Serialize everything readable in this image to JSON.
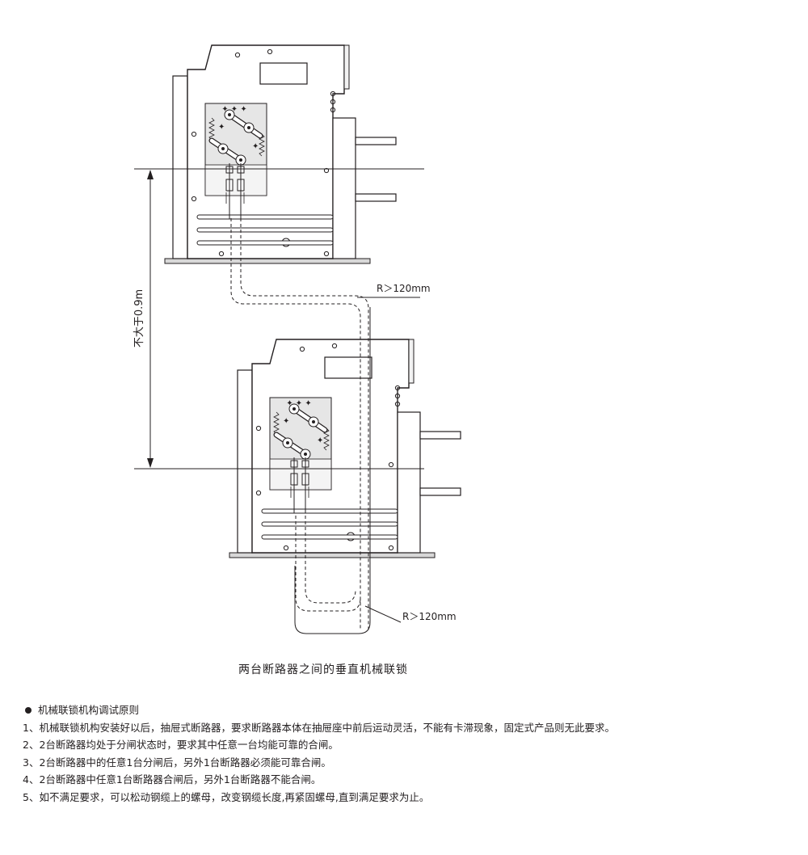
{
  "diagram": {
    "radius_label_top": "R＞120mm",
    "radius_label_bottom": "R＞120mm",
    "vertical_distance_label": "不大于0.9m"
  },
  "caption": "两台断路器之间的垂直机械联锁",
  "notes": {
    "heading": "机械联锁机构调试原则",
    "items": [
      "1、机械联锁机构安装好以后，抽屉式断路器，要求断路器本体在抽屉座中前后运动灵活，不能有卡滞现象，固定式产品则无此要求。",
      "2、2台断路器均处于分闸状态时，要求其中任意一台均能可靠的合闸。",
      "3、2台断路器中的任意1台分闸后，另外1台断路器必须能可靠合闸。",
      "4、2台断路器中任意1台断路器合闸后，另外1台断路器不能合闸。",
      "5、如不满足要求，可以松动钢缆上的螺母，改变钢缆长度,再紧固螺母,直到满足要求为止。"
    ]
  }
}
